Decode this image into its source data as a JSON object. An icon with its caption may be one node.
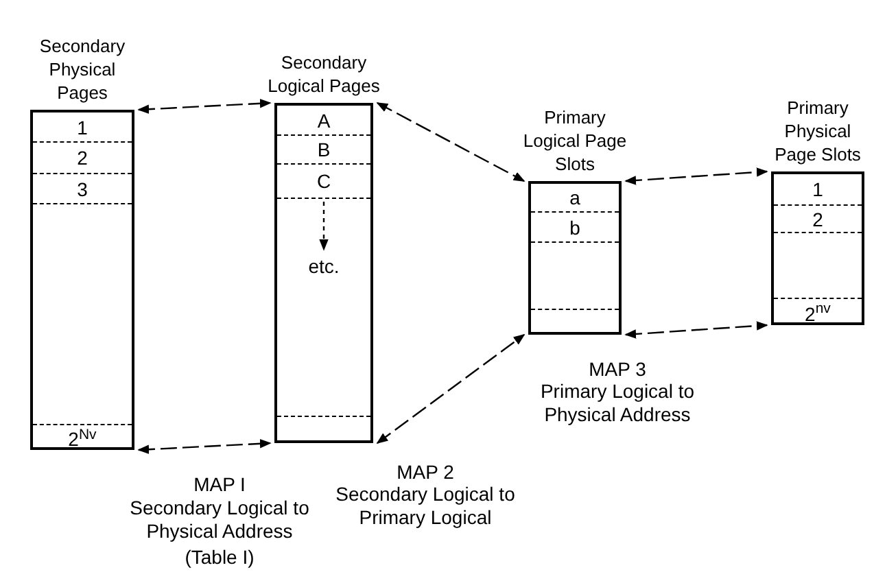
{
  "diagram": {
    "nodes": [
      {
        "text": [
          "Secondary Physical Pages"
        ]
      },
      {
        "text": [
          "1"
        ],
        "in": 0
      },
      {
        "text": [
          "2"
        ],
        "in": 0
      },
      {
        "text": [
          "3"
        ],
        "in": 0
      },
      {
        "text": [
          "2$^{Nv}$"
        ],
        "in": 0
      },
      {
        "text": [
          "Secondary Logical Pages"
        ]
      },
      {
        "text": [
          "A"
        ],
        "in": 5
      },
      {
        "text": [
          "B"
        ],
        "in": 5
      },
      {
        "text": [
          "C"
        ],
        "in": 5
      },
      {
        "text": [
          "etc."
        ],
        "in": 5
      },
      {
        "text": [
          "Primary Logical Page Slots"
        ]
      },
      {
        "text": [
          "a"
        ],
        "in": 10
      },
      {
        "text": [
          "b"
        ],
        "in": 10
      },
      {
        "text": [
          "Primary Physical Page Slots"
        ]
      },
      {
        "text": [
          "1"
        ],
        "in": 13
      },
      {
        "text": [
          "2"
        ],
        "in": 13
      },
      {
        "text": [
          "2$^{nv}$"
        ],
        "in": 13
      }
    ],
    "edges": [
      {
        "from": 0,
        "to": 5,
        "arrow": "both"
      },
      {
        "from": 0,
        "to": 5,
        "arrow": "both"
      },
      {
        "from": 5,
        "to": 10,
        "arrow": "both"
      },
      {
        "from": 5,
        "to": 10,
        "arrow": "both"
      },
      {
        "from": 10,
        "to": 13,
        "arrow": "both"
      },
      {
        "from": 10,
        "to": 13,
        "arrow": "both"
      },
      {
        "from": 8,
        "to": 9,
        "arrow": "to",
        "style": "dashed"
      }
    ],
    "labels": [
      "MAP I",
      "Secondary Logical to Physical Address",
      "(Table I)",
      "MAP 2",
      "Secondary Logical to Primary Logical",
      "MAP 3",
      "Primary Logical to Physical Address"
    ]
  }
}
